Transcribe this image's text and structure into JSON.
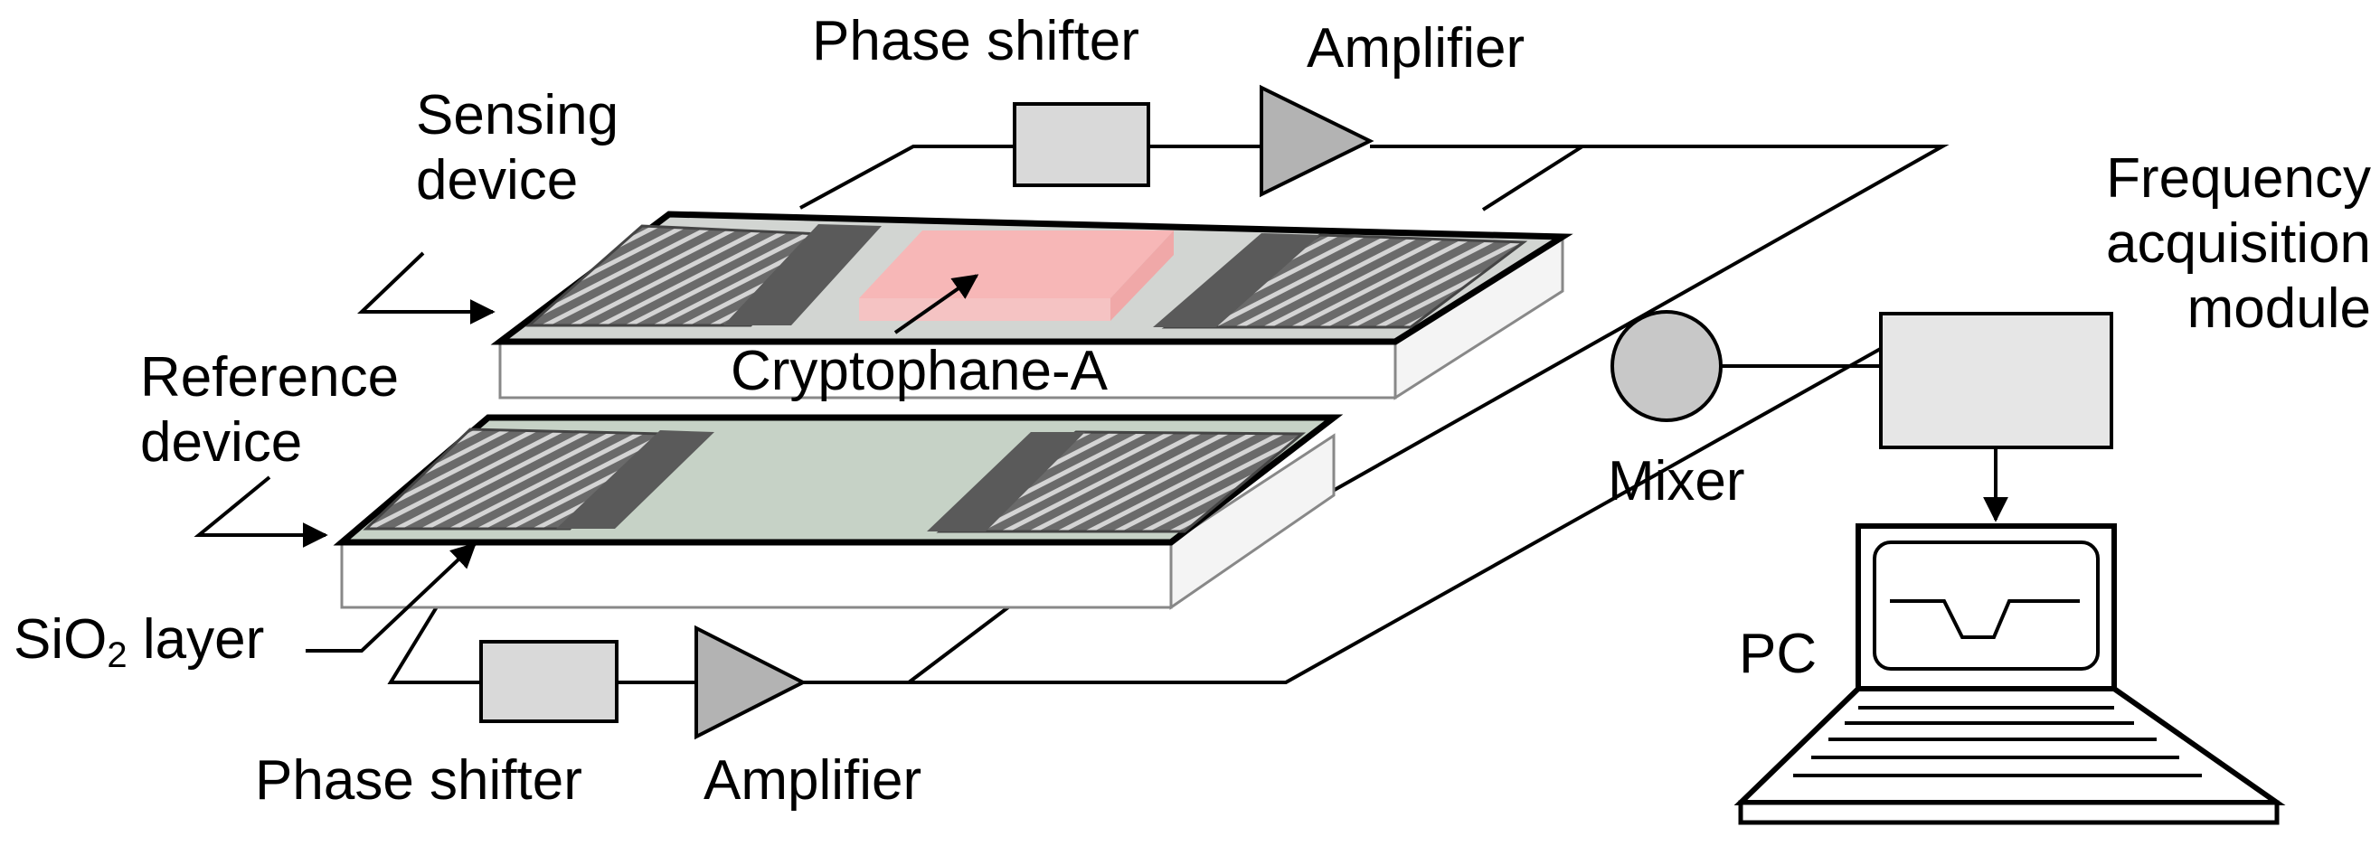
{
  "labels": {
    "phase_shifter_top": "Phase shifter",
    "amplifier_top": "Amplifier",
    "sensing_device": [
      "Sensing",
      "device"
    ],
    "reference_device": [
      "Reference",
      "device"
    ],
    "cryptophane": "Cryptophane-A",
    "sio2_si": "SiO",
    "sio2_sub": "2",
    "sio2_rest": " layer",
    "mixer": "Mixer",
    "frequency_module": [
      "Frequency",
      "acquisition",
      "module"
    ],
    "pc": "PC",
    "phase_shifter_bottom": "Phase shifter",
    "amplifier_bottom": "Amplifier"
  },
  "colors": {
    "line": "#000000",
    "block_fill": "#d9d9d9",
    "amplifier_fill": "#b3b3b3",
    "mixer_fill": "#c8c8c8",
    "chip_top_sensing": "#d2d5d2",
    "chip_top_reference": "#c6d2c6",
    "electrode": "#5a5a5a",
    "cryptophane_fill": "#f7b7b7",
    "substrate_side": "#ffffff"
  }
}
